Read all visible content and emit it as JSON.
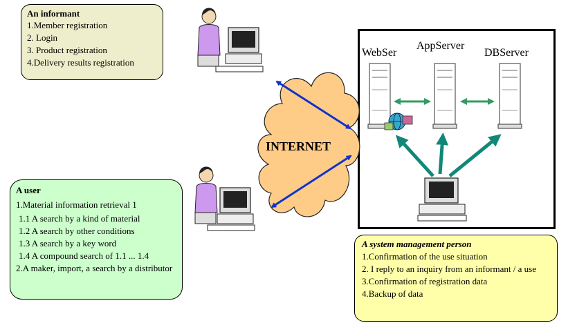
{
  "informant": {
    "title": "An informant",
    "items": [
      "1.Member registration",
      "2. Login",
      "3. Product registration",
      "4.Delivery results registration"
    ]
  },
  "user": {
    "title": "A user",
    "item1": "1.Material information retrieval 1",
    "subitems": [
      "1.1 A search by a kind of material",
      "1.2 A search by other conditions",
      "1.3 A search by a key word",
      "1.4 A compound search of 1.1 ... 1.4"
    ],
    "item2": "2.A maker, import, a search by a distributor"
  },
  "servers": {
    "web": "WebSer",
    "app": "AppServer",
    "db": "DBServer"
  },
  "internet": "INTERNET",
  "system_manager": {
    "title": "A system management person",
    "items": [
      "1.Confirmation of the use situation",
      "2. I reply to an inquiry from an informant / a use",
      "3.Confirmation of registration data",
      "4.Backup of data"
    ]
  },
  "colors": {
    "informant_box": "#eeeecc",
    "user_box": "#ccffcc",
    "system_box": "#ffffaa",
    "cloud": "#ffcc88",
    "arrow_blue": "#1133cc",
    "arrow_teal": "#118877",
    "arrow_green": "#339966"
  }
}
